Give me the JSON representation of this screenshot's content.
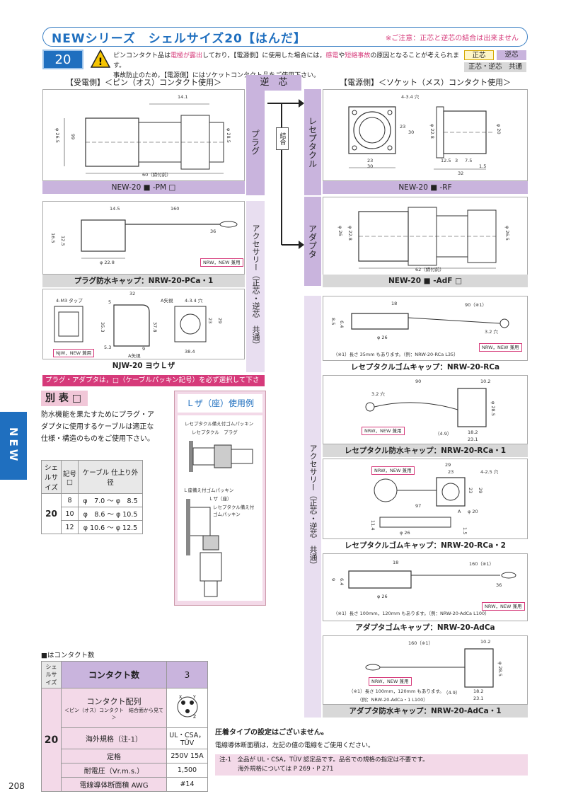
{
  "header": {
    "title": "NEWシリーズ　シェルサイズ20【はんだ】",
    "note": "※ご注意：正芯と逆芯の結合は出来ません"
  },
  "size_badge": "20",
  "warning": {
    "line1_a": "ピンコンタクト品は",
    "line1_b": "電極が露出",
    "line1_c": "しており，【電源側】に使用した場合には，",
    "line1_d": "感電",
    "line1_e": "や",
    "line1_f": "短絡事故",
    "line1_g": "の原因となることが考えられます。",
    "line2": "事故防止のため，【電源側】にはソケットコンタクト品をご使用下さい。"
  },
  "legend": {
    "seishin": "正芯",
    "gyakushin": "逆芯",
    "common": "正芯・逆芯　共通"
  },
  "sections": {
    "receive": "【受電側】＜ピン（オス）コンタクト使用＞",
    "reverse": "逆　芯",
    "power": "【電源側】＜ソケット（メス）コンタクト使用＞"
  },
  "vlabels": {
    "plug": "プラグ",
    "receptacle": "レセプタクル",
    "adapter": "アダプタ",
    "coupling": "結合",
    "acc_left": "アクセサリー（正芯・逆芯　共通）",
    "acc_right": "アクセサリー（正芯・逆芯　共通）"
  },
  "parts": {
    "plug": "NEW-20 ■ -PM □",
    "receptacle": "NEW-20 ■ -RF",
    "adapter": "NEW-20 ■ -AdF □",
    "plug_cap": "プラグ防水キャップ：NRW-20-PCa・1",
    "l_seat": "NJW-20 ヨウＬザ",
    "rec_rubber": "レセプタクルゴムキャップ：NRW-20-RCa",
    "rec_wp1": "レセプタクル防水キャップ：NRW-20-RCa・1",
    "rec_rubber2": "レセプタクルゴムキャップ：NRW-20-RCa・2",
    "ad_rubber": "アダプタゴムキャップ：NRW-20-AdCa",
    "ad_wp1": "アダプタ防水キャップ：NRW-20-AdCa・1"
  },
  "dims": {
    "plug": {
      "d1": "14.1",
      "d2": "φ 26.5",
      "d3": "φ 28.5",
      "d4": "60（締付前）",
      "d5": "99"
    },
    "rec": {
      "d1": "4-3.4 穴",
      "d2": "23",
      "d3": "30",
      "d4": "φ 22.8",
      "d5": "φ 20",
      "d6": "12.5",
      "d7": "3",
      "d8": "7.5",
      "d9": "1.5",
      "d10": "32",
      "d11": "30",
      "d12": "23"
    },
    "plugcap": {
      "d1": "14.5",
      "d2": "160",
      "d3": "36",
      "d4": "16.5",
      "d5": "12.5",
      "d6": "φ 22.8"
    },
    "lseat": {
      "d1": "4-M3 タップ",
      "d2": "32",
      "d3": "5",
      "d4": "A矢視",
      "d5": "4-3.4 穴",
      "d6": "35.3",
      "d7": "37.8",
      "d8": "23",
      "d9": "29",
      "d10": "38.4",
      "d11": "5.3",
      "d12": "9",
      "d13": "A矢視"
    },
    "adapter": {
      "d1": "φ 26",
      "d2": "φ 22.8",
      "d3": "62（締付前）",
      "d4": "φ 26.5"
    },
    "recrubber": {
      "d1": "18",
      "d2": "90（※1）",
      "d3": "8.5",
      "d4": "6.4",
      "d5": "φ 26",
      "d6": "3.2 穴",
      "note": "（※1）長さ 35mm もあります。（例：NRW-20-RCa L35）"
    },
    "recwp1": {
      "d1": "90",
      "d2": "10.2",
      "d3": "3.2 穴",
      "d4": "φ 28.5",
      "d5": "（4.9）",
      "d6": "18.2",
      "d7": "23.1"
    },
    "recrubber2": {
      "d1": "29",
      "d2": "23",
      "d3": "4-2.5 穴",
      "d4": "23",
      "d5": "29",
      "d6": "97",
      "d7": "A",
      "d8": "φ 20",
      "d9": "11.4",
      "d10": "φ 26",
      "d11": "1.5"
    },
    "adrubber": {
      "d1": "18",
      "d2": "160（※1）",
      "d3": "9",
      "d4": "6.4",
      "d5": "φ 26",
      "d6": "36",
      "note": "（※1）長さ 100mm，120mm もあります。（例：NRW-20-AdCa L100）"
    },
    "adwp1": {
      "d1": "160（※1）",
      "d2": "10.2",
      "d3": "φ 28.5",
      "d4": "（4.9）",
      "d5": "18.2",
      "d6": "23.1",
      "note": "（※1）長さ 100mm，120mm もあります。",
      "note2": "（例：NRW-20-AdCa・1 L100）"
    }
  },
  "badges": {
    "nrw_new": "NRW，NEW 兼用",
    "njw_new": "NJW，NEW 兼用"
  },
  "cable_note": "プラグ・アダプタは，□（ケーブルパッキン記号）を必ず選択して下さい。",
  "beppyo": {
    "title": "別 表 □",
    "desc": "防水機能を果たすためにプラグ・アダプタに使用するケーブルは適正な仕様・構造のものをご使用下さい。",
    "headers": [
      "シェルサイズ",
      "記号 □",
      "ケーブル 仕上り外径"
    ],
    "shell": "20",
    "rows": [
      [
        "8",
        "φ　7.0 〜 φ　8.5"
      ],
      [
        "10",
        "φ　8.6 〜 φ 10.5"
      ],
      [
        "12",
        "φ 10.6 〜 φ 12.5"
      ]
    ]
  },
  "lseat_example": {
    "title": "Ｌザ（座）使用例",
    "l1": "レセプタクル備え付ゴムパッキン",
    "l2": "レセプタクル　プラグ",
    "l3": "Ｌ座備え付ゴムパッキン",
    "l4": "Ｌザ（座）",
    "l5": "レセプタクル備え付",
    "l6": "ゴムパッキン"
  },
  "sidetab": "NEW",
  "contact_table": {
    "legend": "■はコンタクト数",
    "h_shell": "シェルサイズ",
    "h_count": "コンタクト数",
    "count": "3",
    "shell": "20",
    "rows": [
      {
        "label": "コンタクト配列",
        "sub": "＜ピン（オス）コンタクト　結合面から見て＞"
      },
      {
        "label": "海外規格（注-1）",
        "value": "UL・CSA，TÜV"
      },
      {
        "label": "定格",
        "value": "250V 15A"
      },
      {
        "label": "耐電圧（Vr.m.s.）",
        "value": "1,500"
      },
      {
        "label": "電線導体断面積 AWG",
        "value": "#14"
      }
    ],
    "pins": [
      "X",
      "Y",
      "Z"
    ]
  },
  "crimp": {
    "title": "圧着タイプの設定はございません。",
    "desc": "電線導体断面積は，左記の値の電線をご使用ください。"
  },
  "footnote": {
    "l1": "注-1　全品が UL・CSA，TÜV 認定品です。品名での規格の指定は不要です。",
    "l2": "海外規格については P 269・P 271"
  },
  "page": "208",
  "colors": {
    "accent": "#1f6fbf",
    "pink": "#d63a7a",
    "purple": "#c9b4dd"
  }
}
